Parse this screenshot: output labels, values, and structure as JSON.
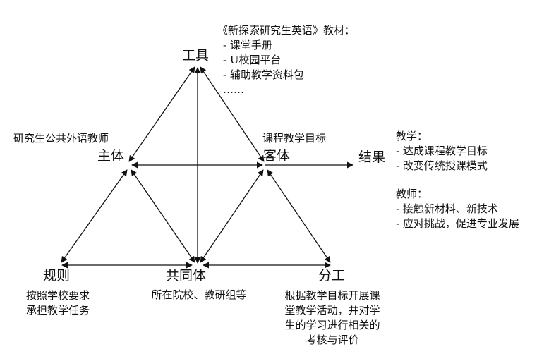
{
  "nodes": {
    "tool": "工具",
    "subject": "主体",
    "object": "客体",
    "outcome": "结果",
    "rules": "规则",
    "community": "共同体",
    "division": "分工"
  },
  "notes": {
    "tool": [
      "《新探索研究生英语》教材：",
      "- 课堂手册",
      "- U校园平台",
      "- 辅助教学资料包",
      "……"
    ],
    "subject": "研究生公共外语教师",
    "object": "课程教学目标",
    "outcome_teaching": [
      "教学：",
      "- 达成课程教学目标",
      "- 改变传统授课模式"
    ],
    "outcome_teacher": [
      "教师：",
      "- 接触新材料、新技术",
      "- 应对挑战，促进专业发展"
    ],
    "rules": [
      "按照学校要求",
      "承担教学任务"
    ],
    "community": "所在院校、教研组等",
    "division": [
      "根据教学目标开展课",
      "堂教学活动，并对学",
      "生的学习进行相关的",
      "考核与评价"
    ]
  },
  "colors": {
    "ink": "#111111",
    "background": "#ffffff"
  }
}
